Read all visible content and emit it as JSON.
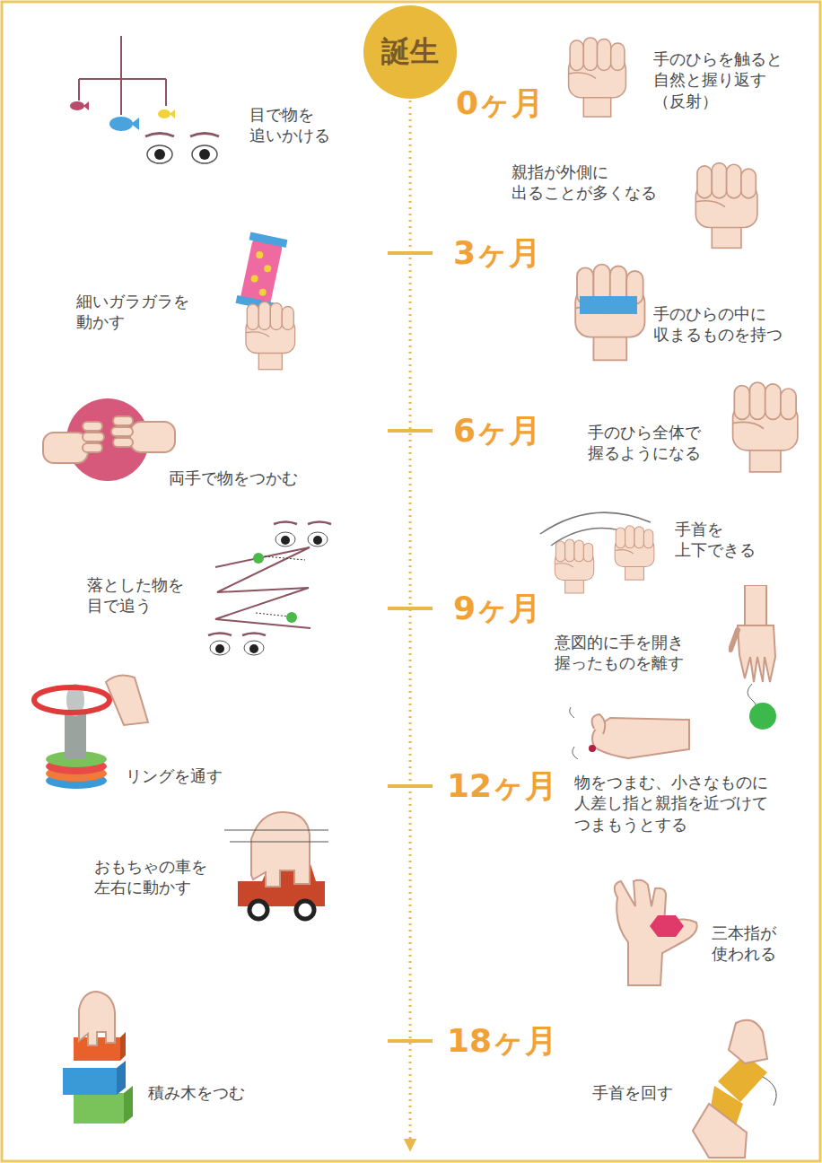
{
  "diagram": {
    "nodes": [
      {
        "text": [
          "誕生"
        ]
      }
    ],
    "labels": [
      "目で物を 追いかける",
      "0ヶ月",
      "手のひらを触ると 自然と握り返す （反射）",
      "親指が外側に 出ることが多くなる",
      "3ヶ月",
      "細いガラガラを 動かす",
      "手のひらの中に 収まるものを持つ",
      "6ヶ月",
      "手のひら全体で 握るようになる",
      "両手で物をつかむ",
      "手首を 上下できる",
      "落とした物を 目で追う",
      "9ヶ月",
      "意図的に手を開き 握ったものを離す",
      "リングを通す",
      "12ヶ月",
      "物をつまむ、小さなものに 人差し指と親指を近づけて つまもうとする",
      "おもちゃの車を 左右に動かす",
      "三本指が 使われる",
      "18ヶ月",
      "積み木をつむ",
      "手首を回す"
    ]
  }
}
